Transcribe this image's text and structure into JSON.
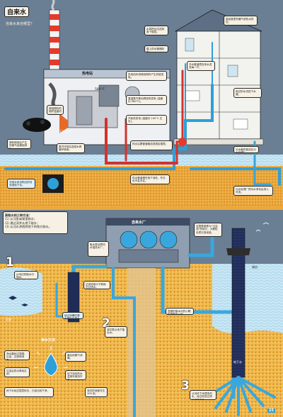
{
  "header": {
    "title": "自来水",
    "subtitle": "自来水来自哪里？",
    "page_number": "25"
  },
  "top_section": {
    "plant_label": "热电站",
    "temp_high": "580°C",
    "temp_low": "1200°C",
    "notes": [
      "热电站利用燃烧燃料产生热能发电。",
      "高温蒸汽推动涡轮机发电 (温度约 580°C)。",
      "汽轮机发电 (温度约 100°C 左右)。",
      "燃烧燃料的锅炉温度约 1200°C。",
      "燃料燃烧后产生的废气经烟囱排出。",
      "蒸汽冷却后变成水再循环使用。",
      "冷却水来自附近的河流或地下水。",
      "热水沿着管道输送到居民楼里。",
      "居民楼里有暖气和热水供应。",
      "冷水管道把自来水送进每一户。",
      "用过的水流进下水道。",
      "污水最终被送往污水处理厂。",
      "供水管道埋在地下深处，冬天也不会冻住。",
      "水泵把水压送到各个楼层。",
      "楼上的水箱储存水。",
      "污水处理厂把污水净化后排入河流。"
    ]
  },
  "bottom_section": {
    "intro_title": "获取水的三种方法：",
    "intro_items": [
      "(1) 从河里或湖里取水；",
      "(2) 通过深井从地下取水；",
      "(3) 从河水渗透到地下的地方取水。"
    ],
    "plant_label": "自来水厂",
    "big_numbers": [
      "1",
      "2",
      "3"
    ],
    "filter_title": "净水方法",
    "notes": [
      "取水泵站把河水抽进水厂。",
      "这里是被称为“沉淀池”的地方，大颗粒杂质沉到池底。",
      "过滤池用沙子和砾石过滤水。",
      "经过消毒的清水储存在清水池里。",
      "从河边的取水口抽水。",
      "深井泵从地下抽出水。",
      "深井的深度可达 100 米。",
      "从河床下渗透来的水，经过砂层过滤后非常干净。",
      "净水要经过混凝、沉淀、过滤和消毒。",
      "混凝剂使水中的小颗粒聚集在一起。",
      "沉淀后的水再经过滤。",
      "最后用氯气消毒。",
      "地下水经过层层砂石，已经比较干净。",
      "地下深处的水温常年保持不变。"
    ],
    "side_labels": [
      "河流",
      "地下水",
      "湖泊"
    ]
  },
  "colors": {
    "sky": "#6b7f94",
    "ground": "#e9a23a",
    "water": "#8fd0ee",
    "pipe_blue": "#2f9fd8",
    "pipe_red": "#d4322c",
    "paper": "#f6f1e4"
  }
}
